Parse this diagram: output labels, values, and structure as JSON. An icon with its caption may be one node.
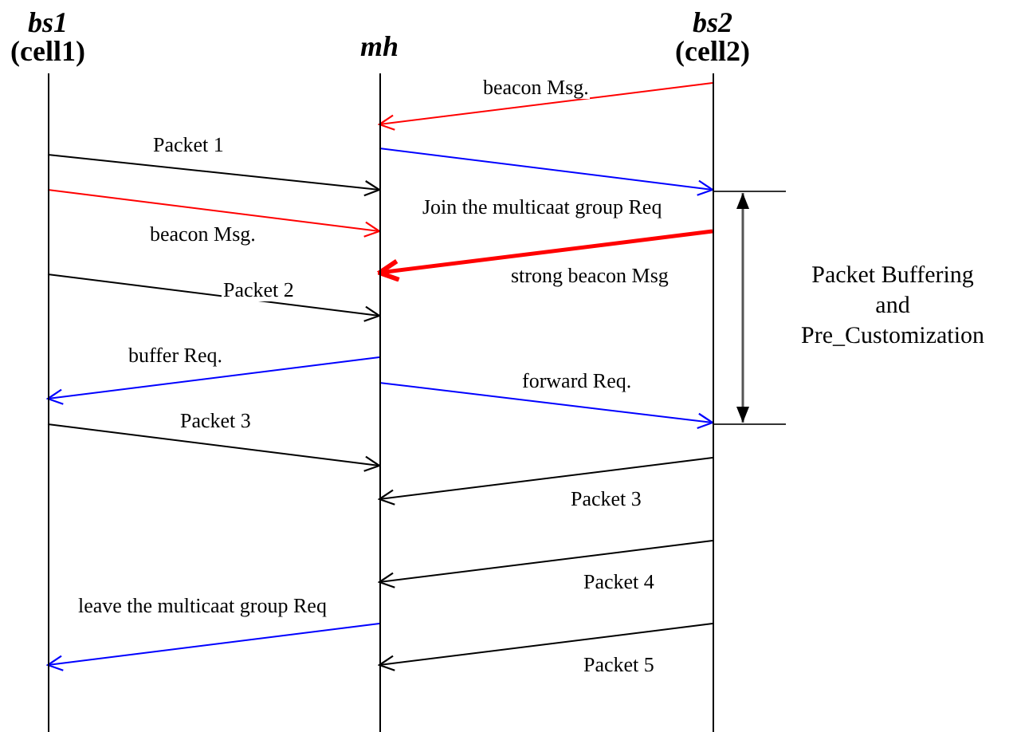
{
  "diagram": {
    "nodes": [
      {
        "text": [
          "bs1",
          "(cell1)"
        ]
      },
      {
        "text": [
          "mh"
        ]
      },
      {
        "text": [
          "bs2",
          "(cell2)"
        ]
      }
    ],
    "edges": [
      {
        "from": 2,
        "to": 1,
        "arrow": "to",
        "label": "beacon Msg.",
        "color": "#ff0000"
      },
      {
        "from": 1,
        "to": 2,
        "arrow": "to",
        "label": "Join the multicaat group Req",
        "color": "#0000ff"
      },
      {
        "from": 0,
        "to": 1,
        "arrow": "to",
        "label": "Packet 1"
      },
      {
        "from": 0,
        "to": 1,
        "arrow": "to",
        "label": "beacon Msg.",
        "color": "#ff0000"
      },
      {
        "from": 2,
        "to": 1,
        "arrow": "to",
        "label": "strong beacon Msg",
        "color": "#ff0000",
        "style": "thick"
      },
      {
        "from": 0,
        "to": 1,
        "arrow": "to",
        "label": "Packet 2"
      },
      {
        "from": 1,
        "to": 0,
        "arrow": "to",
        "label": "buffer Req.",
        "color": "#0000ff"
      },
      {
        "from": 1,
        "to": 2,
        "arrow": "to",
        "label": "forward Req.",
        "color": "#0000ff"
      },
      {
        "from": 0,
        "to": 1,
        "arrow": "to",
        "label": "Packet 3"
      },
      {
        "from": 2,
        "to": 1,
        "arrow": "to",
        "label": "Packet 3"
      },
      {
        "from": 2,
        "to": 1,
        "arrow": "to",
        "label": "Packet 4"
      },
      {
        "from": 1,
        "to": 0,
        "arrow": "to",
        "label": "leave the multicaat group Req",
        "color": "#0000ff"
      },
      {
        "from": 2,
        "to": 1,
        "arrow": "to",
        "label": "Packet 5"
      }
    ],
    "labels": [
      "Packet Buffering and Pre_Customization"
    ]
  }
}
